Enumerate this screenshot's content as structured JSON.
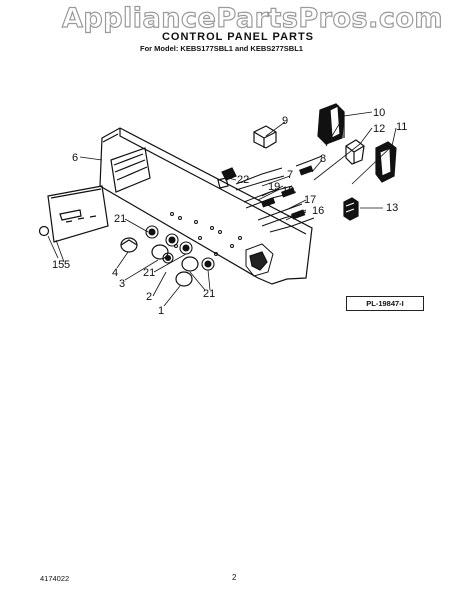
{
  "watermark": "AppliancePartsPros.com",
  "title": "CONTROL PANEL PARTS",
  "model_line": "For Model: KEBS177SBL1 and KEBS277SBL1",
  "figure_code": "PL-19847-I",
  "footer": {
    "doc_number": "4174022",
    "page_number": "2"
  },
  "callouts": [
    "1",
    "2",
    "3",
    "4",
    "5",
    "6",
    "7",
    "8",
    "9",
    "10",
    "11",
    "12",
    "13",
    "15",
    "16",
    "17",
    "18",
    "19",
    "21",
    "22"
  ]
}
